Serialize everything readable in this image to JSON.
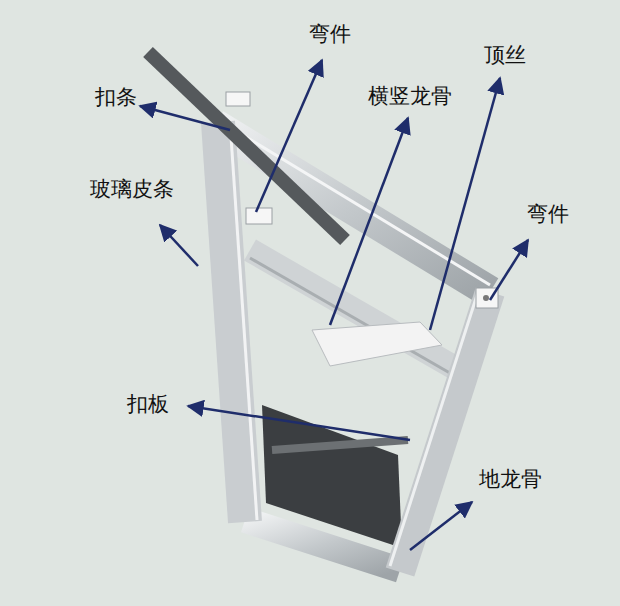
{
  "diagram": {
    "labels": [
      "弯件",
      "顶丝",
      "扣条",
      "横竖龙骨",
      "玻璃皮条",
      "弯件",
      "扣板",
      "地龙骨"
    ]
  }
}
